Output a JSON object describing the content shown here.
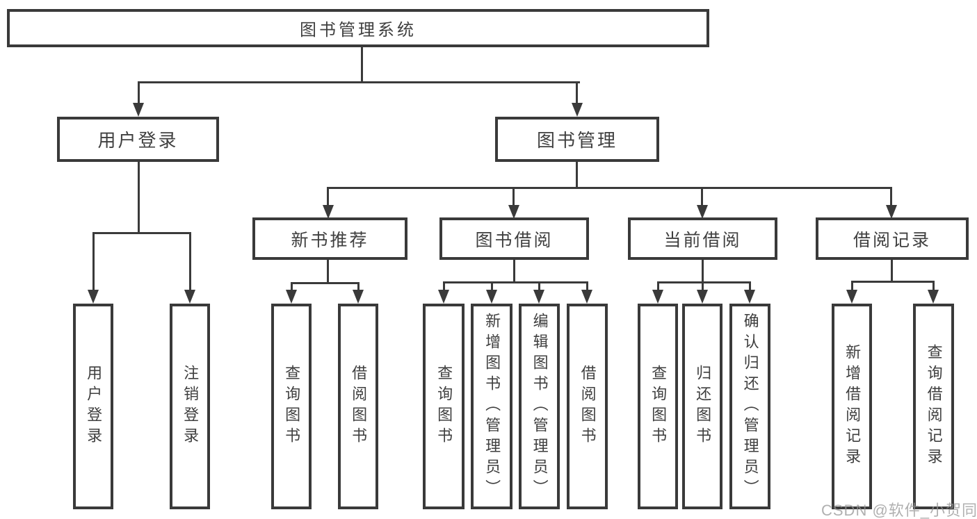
{
  "diagram": {
    "type": "tree",
    "root": {
      "label": "图书管理系统",
      "children": [
        {
          "label": "用户登录",
          "children": [
            {
              "label": "用户登录"
            },
            {
              "label": "注销登录"
            }
          ]
        },
        {
          "label": "图书管理",
          "children": [
            {
              "label": "新书推荐",
              "children": [
                {
                  "label": "查询图书"
                },
                {
                  "label": "借阅图书"
                }
              ]
            },
            {
              "label": "图书借阅",
              "children": [
                {
                  "label": "查询图书"
                },
                {
                  "label": "新增图书（管理员）"
                },
                {
                  "label": "编辑图书（管理员）"
                },
                {
                  "label": "借阅图书"
                }
              ]
            },
            {
              "label": "当前借阅",
              "children": [
                {
                  "label": "查询图书"
                },
                {
                  "label": "归还图书"
                },
                {
                  "label": "确认归还（管理员）"
                }
              ]
            },
            {
              "label": "借阅记录",
              "children": [
                {
                  "label": "新增借阅记录"
                },
                {
                  "label": "查询借阅记录"
                }
              ]
            }
          ]
        }
      ]
    }
  },
  "watermark": {
    "text": "CSDN @软件_小贺同学"
  },
  "colors": {
    "line": "#3a3a3a",
    "text": "#3f3f3f",
    "watermark": "#969696",
    "background": "#ffffff"
  }
}
